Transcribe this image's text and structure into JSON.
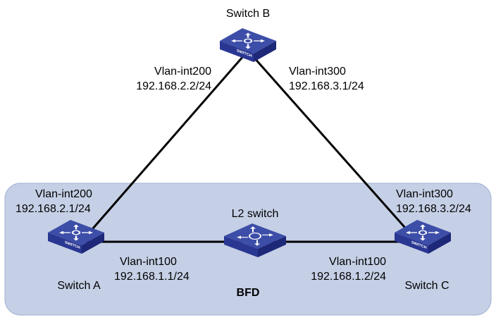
{
  "diagram": {
    "region_label": "BFD",
    "devices": {
      "switch_a": {
        "name": "Switch A",
        "icon": "l3-switch-icon",
        "icon_text": "SWITCH"
      },
      "switch_b": {
        "name": "Switch B",
        "icon": "l3-switch-icon",
        "icon_text": "SWITCH"
      },
      "switch_c": {
        "name": "Switch C",
        "icon": "l3-switch-icon",
        "icon_text": "SWITCH"
      },
      "l2_switch": {
        "name": "L2 switch",
        "icon": "l2-switch-icon"
      }
    },
    "interfaces": {
      "b_to_a": {
        "name": "Vlan-int200",
        "ip": "192.168.2.2/24"
      },
      "b_to_c": {
        "name": "Vlan-int300",
        "ip": "192.168.3.1/24"
      },
      "a_to_b": {
        "name": "Vlan-int200",
        "ip": "192.168.2.1/24"
      },
      "c_to_b": {
        "name": "Vlan-int300",
        "ip": "192.168.3.2/24"
      },
      "a_to_l2": {
        "name": "Vlan-int100",
        "ip": "192.168.1.1/24"
      },
      "c_to_l2": {
        "name": "Vlan-int100",
        "ip": "192.168.1.2/24"
      }
    },
    "colors": {
      "region_fill": "#c5d0e6",
      "region_stroke": "#93a6c9",
      "device_top": "#3d4ea8",
      "device_side": "#25318a",
      "link": "#000000"
    }
  }
}
